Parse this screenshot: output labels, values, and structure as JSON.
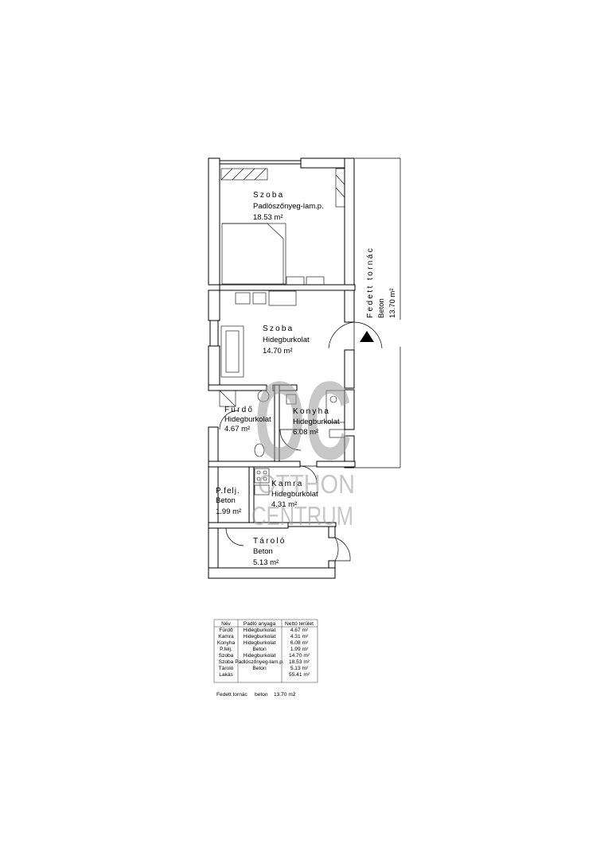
{
  "watermark": {
    "mark": "OC",
    "line1": "OTTHON",
    "line2": "CENTRUM"
  },
  "rooms": {
    "szoba1": {
      "name": "Szoba",
      "material": "Padlószőnyeg-lam.p.",
      "area": "18.53 m²"
    },
    "szoba2": {
      "name": "Szoba",
      "material": "Hidegburkolat",
      "area": "14.70 m²"
    },
    "furdo": {
      "name": "Fürdő",
      "material": "Hidegburkolat",
      "area": "4.67 m²"
    },
    "konyha": {
      "name": "Konyha",
      "material": "Hidegburkolat",
      "area": "6.08 m²"
    },
    "pfelj": {
      "name": "P.felj.",
      "material": "Beton",
      "area": "1.99 m²"
    },
    "kamra": {
      "name": "Kamra",
      "material": "Hidegburkolat",
      "area": "4.31 m²"
    },
    "tarolo": {
      "name": "Tároló",
      "material": "Beton",
      "area": "5.13 m²"
    },
    "terrace": {
      "name": "Fedett tornác",
      "material": "Beton",
      "area": "13.70 m²"
    }
  },
  "table": {
    "headers": [
      "Név",
      "Padló anyaga",
      "Nettó terület"
    ],
    "rows": [
      [
        "Fürdő",
        "Hidegburkolat",
        "4.67 m²"
      ],
      [
        "Kamra",
        "Hidegburkolat",
        "4.31 m²"
      ],
      [
        "Konyha",
        "Hidegburkolat",
        "6.08 m²"
      ],
      [
        "P.felj.",
        "Beton",
        "1.99 m²"
      ],
      [
        "Szoba",
        "Hidegburkolat",
        "14.70 m²"
      ],
      [
        "Szoba",
        "Padlószőnyeg-lam.p.",
        "18.53 m²"
      ],
      [
        "Tároló",
        "Beton",
        "5.13 m²"
      ],
      [
        "Lakás",
        "",
        "55.41 m²"
      ]
    ]
  },
  "terrace_note": {
    "name": "Fedett tornác",
    "material": "beton",
    "area": "13.70 m2"
  }
}
